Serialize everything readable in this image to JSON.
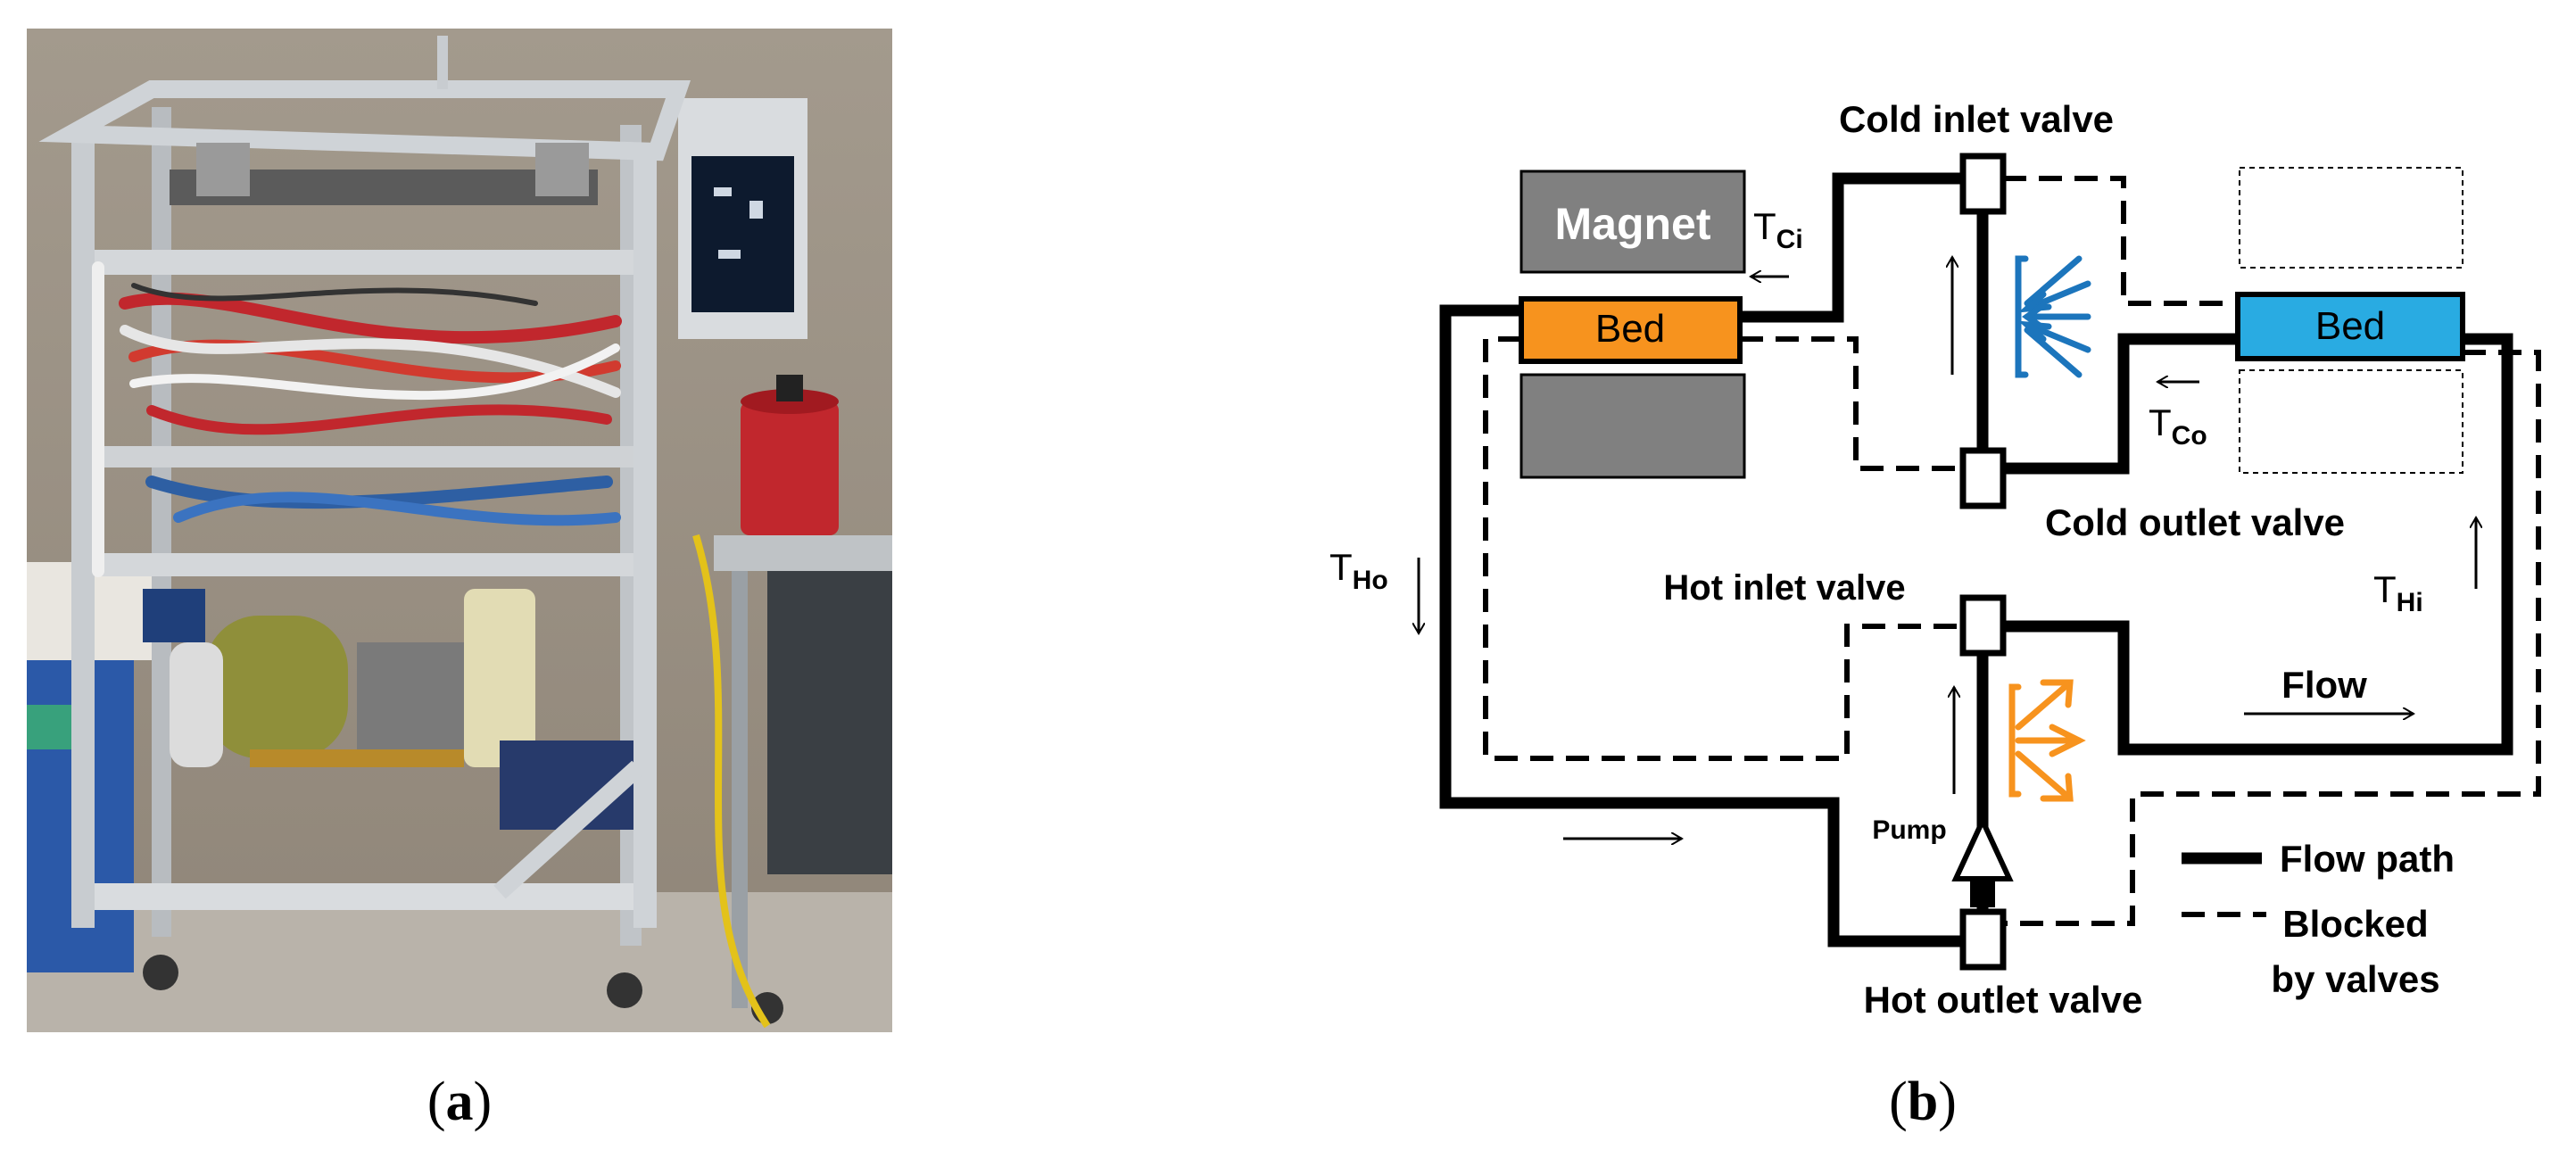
{
  "panels": {
    "a": {
      "caption_label": "a"
    },
    "b": {
      "caption_label": "b"
    }
  },
  "diagram": {
    "labels": {
      "cold_inlet_valve": "Cold inlet valve",
      "cold_outlet_valve": "Cold outlet valve",
      "hot_inlet_valve": "Hot inlet valve",
      "hot_outlet_valve": "Hot outlet valve",
      "magnet": "Magnet",
      "bed_left": "Bed",
      "bed_right": "Bed",
      "pump": "Pump",
      "flow": "Flow",
      "t_ci_main": "T",
      "t_ci_sub": "Ci",
      "t_co_main": "T",
      "t_co_sub": "Co",
      "t_ho_main": "T",
      "t_ho_sub": "Ho",
      "t_hi_main": "T",
      "t_hi_sub": "Hi"
    },
    "legend": {
      "flow_path": "Flow path",
      "blocked_line1": "Blocked",
      "blocked_line2": "by valves"
    }
  },
  "colors": {
    "bed_left": "#f7931e",
    "bed_right": "#29abe2",
    "magnet": "#808080",
    "cold_arrows": "#1c75bc",
    "hot_arrows": "#f7931e",
    "line": "#000000"
  }
}
